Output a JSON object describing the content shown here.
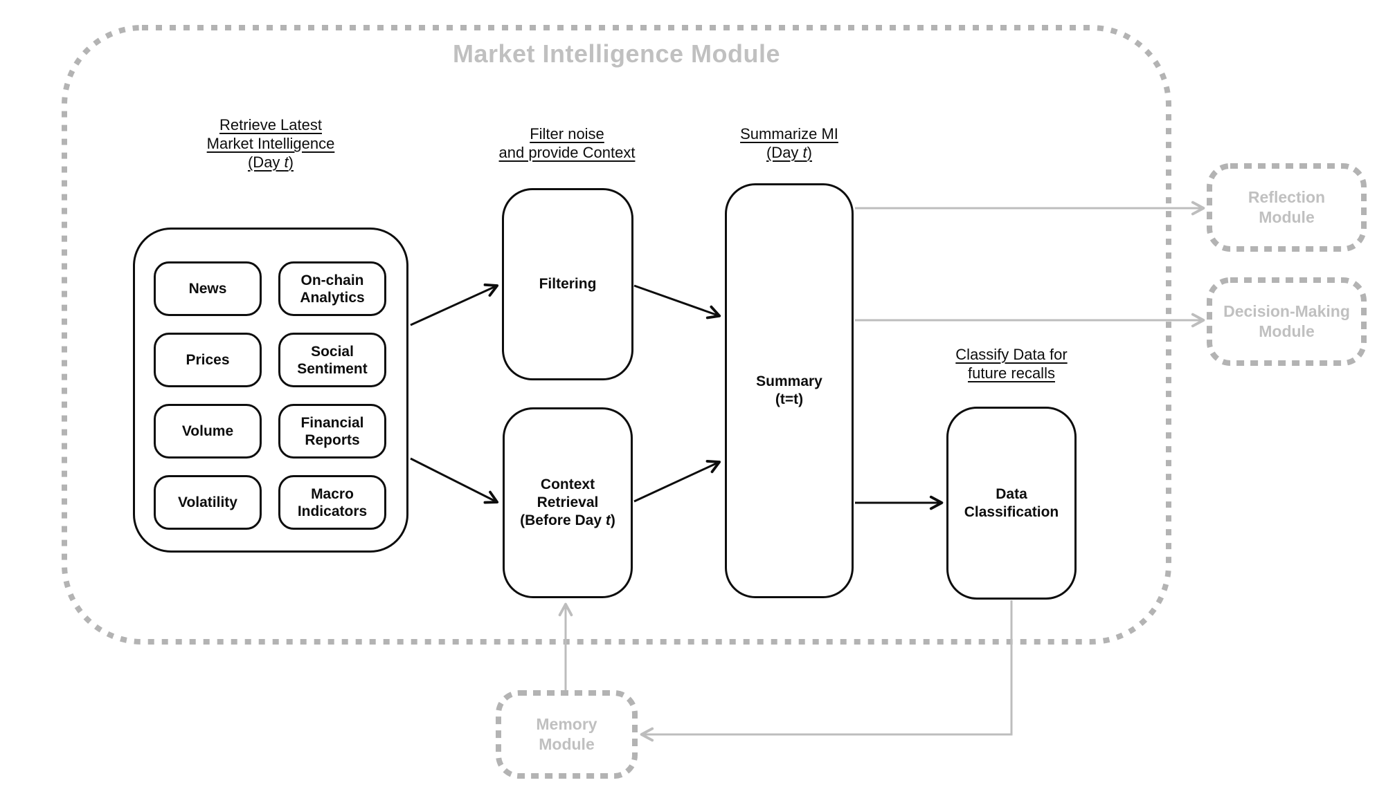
{
  "title": "Market Intelligence Module",
  "colors": {
    "ink": "#0d0d0d",
    "gray-border": "#b3b3b3",
    "gray-text": "#c0c0c0",
    "gray-line": "#bdbdbd"
  },
  "annotations": {
    "retrieve": {
      "lines": [
        "Retrieve Latest",
        "Market Intelligence",
        "(Day *t*)"
      ]
    },
    "filter": {
      "lines": [
        "Filter noise",
        "and provide Context"
      ]
    },
    "summarize": {
      "lines": [
        "Summarize MI",
        "(Day *t*)"
      ]
    },
    "classify": {
      "lines": [
        "Classify Data for",
        "future recalls"
      ]
    }
  },
  "sources": {
    "items": [
      "News",
      "On-chain Analytics",
      "Prices",
      "Social Sentiment",
      "Volume",
      "Financial Reports",
      "Volatility",
      "Macro Indicators"
    ]
  },
  "nodes": {
    "filtering": {
      "label": "Filtering"
    },
    "context_retrieval": {
      "lines": [
        "Context",
        "Retrieval",
        "(Before Day *t*)"
      ]
    },
    "summary": {
      "lines": [
        "Summary",
        "(t=t)"
      ]
    },
    "data_classification": {
      "lines": [
        "Data",
        "Classification"
      ]
    }
  },
  "modules": {
    "reflection": {
      "lines": [
        "Reflection",
        "Module"
      ]
    },
    "decision_making": {
      "lines": [
        "Decision-Making",
        "Module"
      ]
    },
    "memory": {
      "lines": [
        "Memory",
        "Module"
      ]
    }
  }
}
